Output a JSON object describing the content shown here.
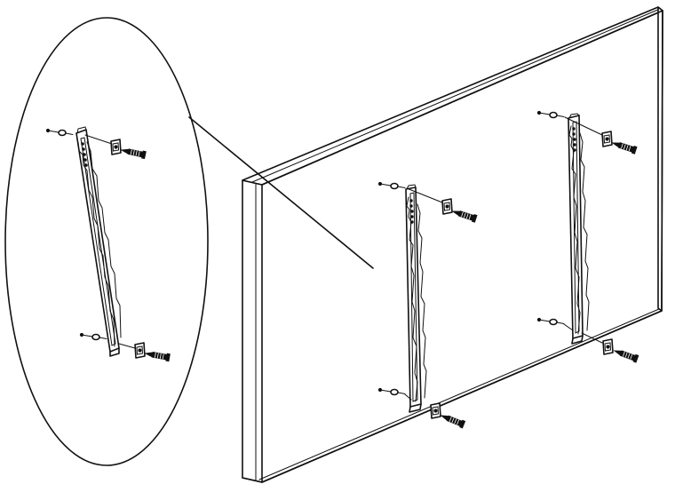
{
  "diagram": {
    "kind": "exploded assembly illustration",
    "components": [
      "tv-panel",
      "mounting-rail-left",
      "mounting-rail-right",
      "rail-screws",
      "spacers",
      "washers",
      "magnified-detail-callout"
    ],
    "colors": {
      "line": "#111111",
      "background": "#ffffff"
    }
  }
}
